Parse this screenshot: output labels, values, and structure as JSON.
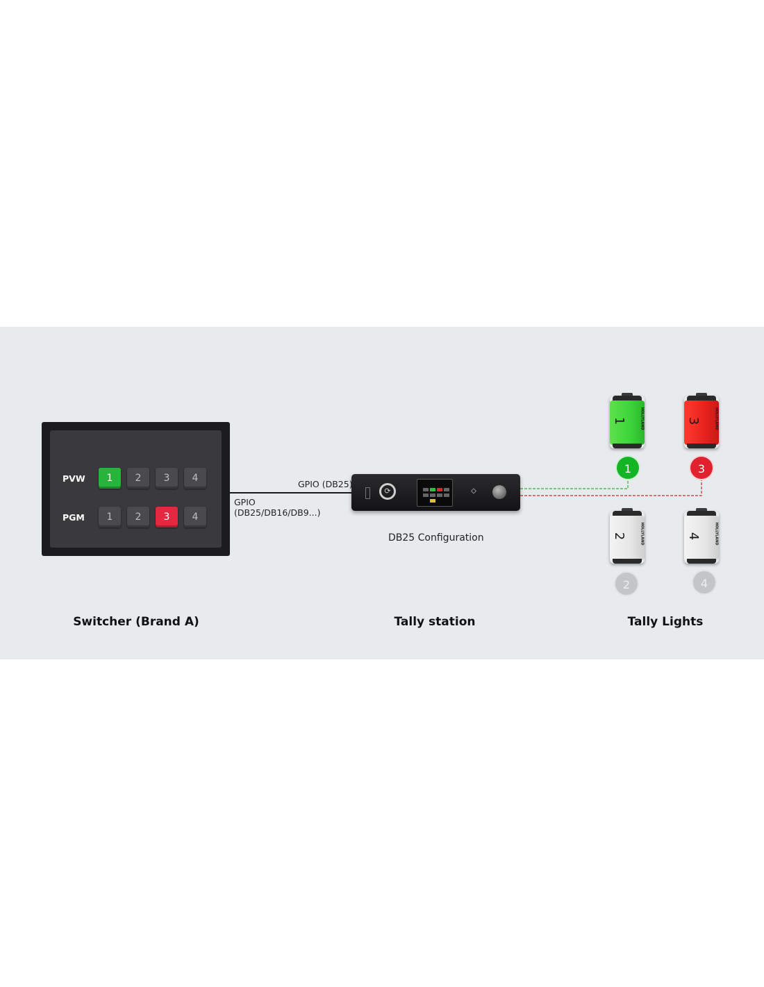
{
  "switcher": {
    "caption": "Switcher (Brand A)",
    "pvw_label": "PVW",
    "pgm_label": "PGM",
    "pvw_buttons": [
      "1",
      "2",
      "3",
      "4"
    ],
    "pgm_buttons": [
      "1",
      "2",
      "3",
      "4"
    ],
    "pvw_active": "1",
    "pgm_active": "3"
  },
  "cables": {
    "switcher_output": "GPIO",
    "switcher_output_formats": "(DB25/DB16/DB9...)",
    "station_input": "GPIO (DB25)"
  },
  "station": {
    "config_label": "DB25 Configuration",
    "caption": "Tally station"
  },
  "tally": {
    "caption": "Tally Lights",
    "brand": "HOLLYLAND",
    "lights": [
      {
        "number": "1",
        "state": "preview",
        "color": "#3bd43a"
      },
      {
        "number": "3",
        "state": "program",
        "color": "#e8221c"
      },
      {
        "number": "2",
        "state": "off",
        "color": "#e6e6e6"
      },
      {
        "number": "4",
        "state": "off",
        "color": "#e6e6e6"
      }
    ]
  },
  "colors": {
    "preview": "#27b43a",
    "program": "#e5273f",
    "background_band": "#e8ebee"
  }
}
